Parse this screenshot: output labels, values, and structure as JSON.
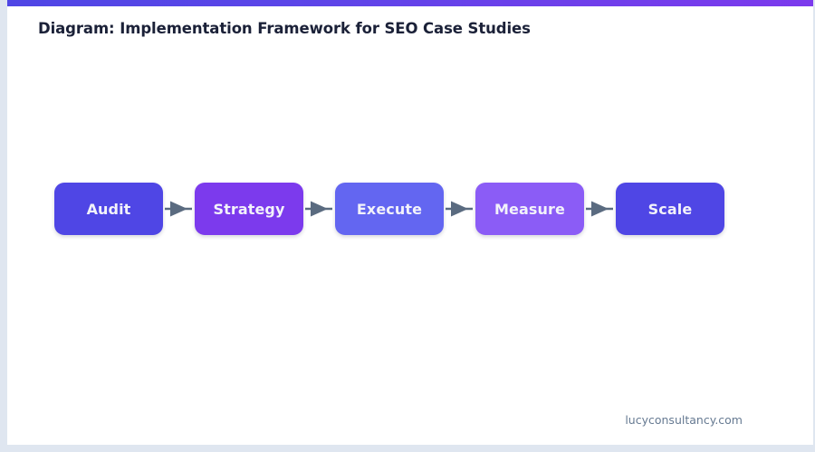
{
  "page": {
    "title": "Diagram: Implementation Framework for SEO Case Studies",
    "background_color": "#ffffff",
    "border_color": "#dfe6f0"
  },
  "accent_bar": {
    "gradient_from": "#4f46e5",
    "gradient_to": "#7c3aed"
  },
  "diagram": {
    "type": "linear-process-flow",
    "connector_icon": "arrow-right-icon",
    "connector_color": "#5a6b80",
    "label_color": "#f2f2fa",
    "nodes": [
      {
        "label": "Audit",
        "color": "#4f46e5"
      },
      {
        "label": "Strategy",
        "color": "#7c3aed"
      },
      {
        "label": "Execute",
        "color": "#6366f1"
      },
      {
        "label": "Measure",
        "color": "#8b5cf6"
      },
      {
        "label": "Scale",
        "color": "#4f46e5"
      }
    ]
  },
  "footer": {
    "source": "lucyconsultancy.com",
    "color": "#667a92"
  }
}
